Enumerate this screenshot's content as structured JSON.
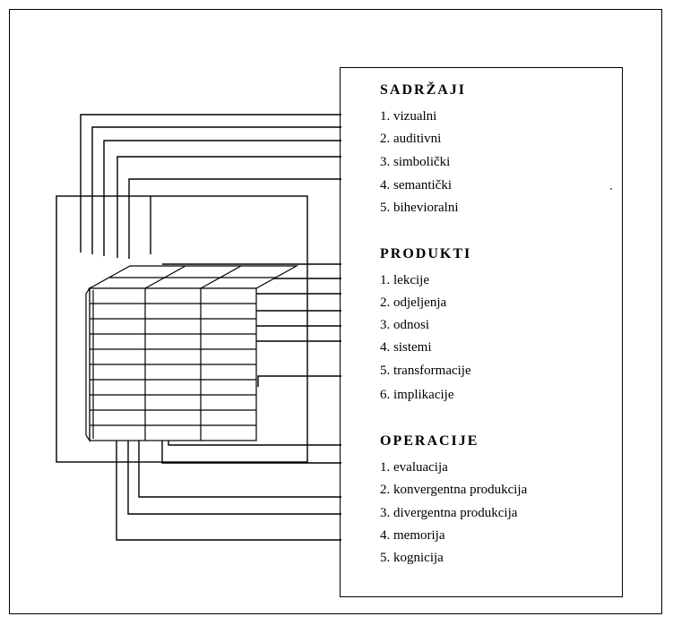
{
  "sections": [
    {
      "title": "SADRŽAJI",
      "items": [
        "1. vizualni",
        "2. auditivni",
        "3. simbolički",
        "4. semantički",
        "5. bihevioralni"
      ]
    },
    {
      "title": "PRODUKTI",
      "items": [
        "1. lekcije",
        "2. odjeljenja",
        "3. odnosi",
        "4. sistemi",
        "5. transformacije",
        "6. implikacije"
      ]
    },
    {
      "title": "OPERACIJE",
      "items": [
        "1. evaluacija",
        "2. konvergentna produkcija",
        "3. divergentna produkcija",
        "4. memorija",
        "5. kognicija"
      ]
    }
  ],
  "colors": {
    "line": "#000000",
    "background": "#ffffff"
  }
}
